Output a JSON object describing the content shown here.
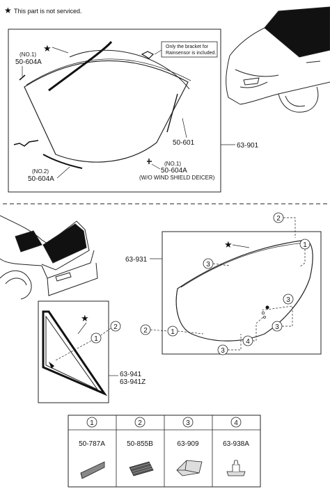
{
  "note": {
    "star": "★",
    "text": "This part is not serviced."
  },
  "top_section": {
    "bracket_note_line1": "Only the bracket for",
    "bracket_note_line2": "Rainsensor is included.",
    "no1_top": "(NO.1)",
    "part_50_604A_top": "50-604A",
    "part_50_601": "50-601",
    "no1_bottom": "(NO.1)",
    "part_50_604A_bottom": "50-604A",
    "wo_deicer": "(W/O WIND SHIELD DEICER)",
    "no2": "(NO.2)",
    "part_50_604A_no2": "50-604A",
    "part_63_901": "63-901"
  },
  "bottom_section": {
    "part_63_931": "63-931",
    "part_63_941": "63-941",
    "part_63_941Z": "63-941Z"
  },
  "callouts": [
    "1",
    "2",
    "3",
    "4"
  ],
  "legend": [
    {
      "num": "1",
      "part": "50-787A"
    },
    {
      "num": "2",
      "part": "50-855B"
    },
    {
      "num": "3",
      "part": "63-909"
    },
    {
      "num": "4",
      "part": "63-938A"
    }
  ]
}
